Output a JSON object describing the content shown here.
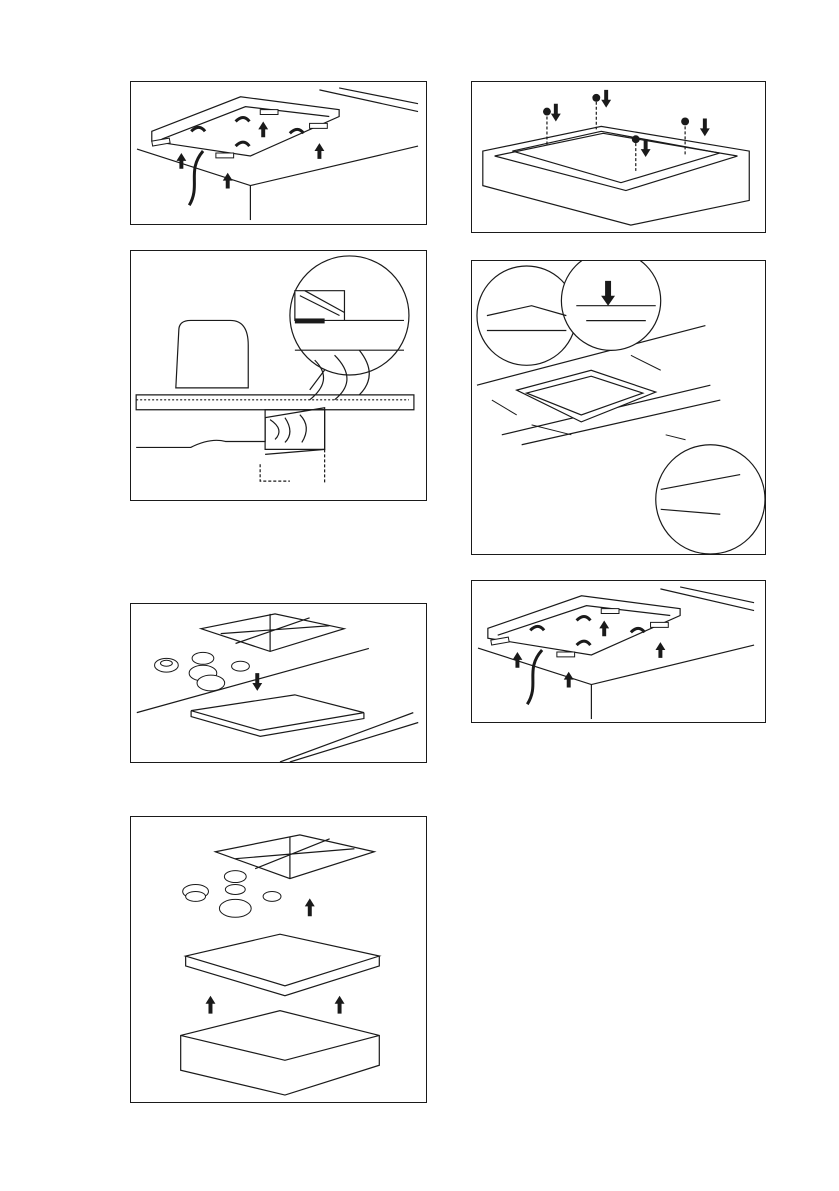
{
  "document": {
    "kind": "installation illustrations page",
    "figures": [
      {
        "id": "fig-1",
        "icons": [
          "bracket-icon",
          "rotate-arrow-icon",
          "up-arrow-icon",
          "cable-icon"
        ]
      },
      {
        "id": "fig-2",
        "icons": [
          "worktop-section-icon",
          "knob-icon",
          "magnifier-icon",
          "wood-grain-icon"
        ]
      },
      {
        "id": "fig-3",
        "icons": [
          "pan-support-icon",
          "burner-cap-icon",
          "hob-top-icon",
          "down-arrow-icon"
        ]
      },
      {
        "id": "fig-4",
        "icons": [
          "pan-support-icon",
          "burner-cap-icon",
          "hob-top-icon",
          "box-icon",
          "up-arrow-icon"
        ]
      },
      {
        "id": "fig-5",
        "icons": [
          "screw-icon",
          "down-arrow-icon",
          "hob-frame-icon"
        ]
      },
      {
        "id": "fig-6",
        "icons": [
          "magnifier-icon",
          "seal-strip-icon",
          "dimension-arrow-icon"
        ]
      },
      {
        "id": "fig-7",
        "icons": [
          "bracket-icon",
          "rotate-arrow-icon",
          "up-arrow-icon",
          "cable-icon"
        ]
      }
    ]
  }
}
